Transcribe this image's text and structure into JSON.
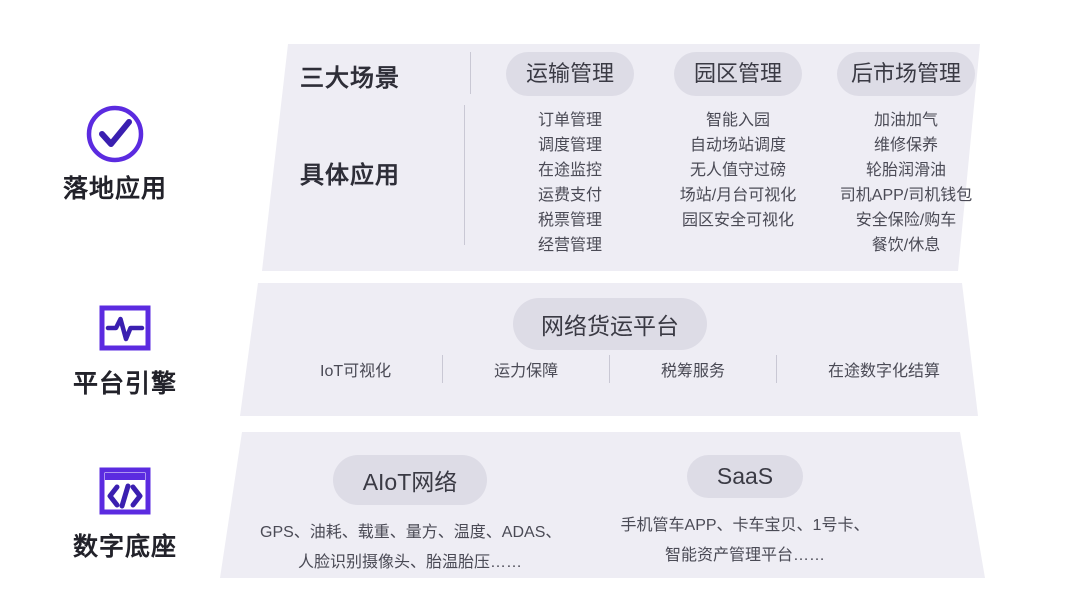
{
  "theme": {
    "accent": "#5b2be0",
    "band_fill": "#eeedf4",
    "pill_fill": "#dddce6",
    "heading_color": "#22222a",
    "body_color": "#4a4a55",
    "divider_color": "#c9c8d4",
    "page_background": "#ffffff"
  },
  "layers": [
    {
      "id": "application",
      "icon": "check-circle-icon",
      "label": "落地应用",
      "row_labels": {
        "scenes": "三大场景",
        "apps": "具体应用"
      },
      "columns": [
        {
          "title": "运输管理",
          "items": [
            "订单管理",
            "调度管理",
            "在途监控",
            "运费支付",
            "税票管理",
            "经营管理"
          ]
        },
        {
          "title": "园区管理",
          "items": [
            "智能入园",
            "自动场站调度",
            "无人值守过磅",
            "场站/月台可视化",
            "园区安全可视化"
          ]
        },
        {
          "title": "后市场管理",
          "items": [
            "加油加气",
            "维修保养",
            "轮胎润滑油",
            "司机APP/司机钱包",
            "安全保险/购车",
            "餐饮/休息"
          ]
        }
      ]
    },
    {
      "id": "platform",
      "icon": "pulse-monitor-icon",
      "label": "平台引擎",
      "pill": "网络货运平台",
      "items": [
        "IoT可视化",
        "运力保障",
        "税筹服务",
        "在途数字化结算"
      ]
    },
    {
      "id": "foundation",
      "icon": "code-window-icon",
      "label": "数字底座",
      "columns": [
        {
          "title": "AIoT网络",
          "lines": [
            "GPS、油耗、载重、量方、温度、ADAS、",
            "人脸识别摄像头、胎温胎压……"
          ]
        },
        {
          "title": "SaaS",
          "lines": [
            "手机管车APP、卡车宝贝、1号卡、",
            "智能资产管理平台……"
          ]
        }
      ]
    }
  ]
}
